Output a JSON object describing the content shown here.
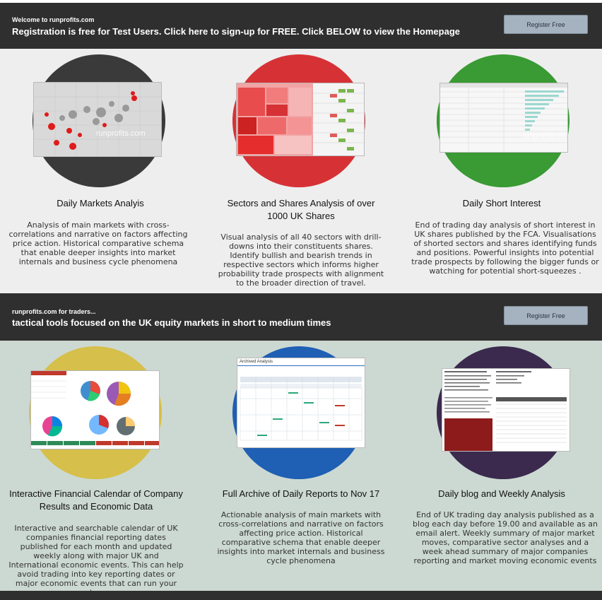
{
  "banner1": {
    "small": "Welcome to runprofits.com",
    "big": "Registration is free for Test Users. Click here to sign-up for FREE. Click BELOW to view the Homepage",
    "button": "Register Free"
  },
  "banner2": {
    "small": "runprofits.com for traders...",
    "big": "tactical tools focused on the UK equity markets in short to medium times",
    "button": "Register Free"
  },
  "watermark": "runprofits.com",
  "cards_top": [
    {
      "title": "Daily Markets Analyis",
      "desc": "Analysis of main markets with cross-correlations and narrative on factors affecting price action. Historical comparative schema that enable deeper insights into market internals and business cycle phenomena",
      "circle_color": "#3a3a3a"
    },
    {
      "title": "Sectors and Shares Analysis of over 1000 UK Shares",
      "desc": "Visual analysis of all 40 sectors with drill-downs into their constituents shares. Identify  bullish and bearish trends in respective sectors which informs higher probability trade prospects with alignment to the broader direction of travel.",
      "circle_color": "#d63236"
    },
    {
      "title": "Daily Short Interest",
      "desc": "End of trading day analysis of short interest in UK shares  published by the FCA.  Visualisations of shorted sectors and  shares identifying funds and positions. Powerful insights into potential trade prospects  by following the bigger funds or watching for potential short-squeezes .",
      "circle_color": "#3a9a34"
    }
  ],
  "cards_bottom": [
    {
      "title": "Interactive Financial Calendar of Company Results and Economic Data",
      "desc": "Interactive and searchable calendar of UK companies financial reporting dates  published for each month and updated weekly along with major UK and International economic events. This can help avoid trading into key reporting dates or major economic events that can run your stops",
      "circle_color": "#d6bf4a"
    },
    {
      "title": "Full Archive of Daily Reports to Nov 17",
      "desc": "Actionable analysis of main markets with cross-correlations and narrative on factors affecting price action. Historical comparative schema that enable deeper insights into market internals and business cycle phenomena",
      "circle_color": "#1f5fb4"
    },
    {
      "title": "Daily blog and Weekly Analysis",
      "desc": "End of UK trading day  analysis published as a blog each day before 19.00 and available as an email alert. Weekly summary of major market moves, comparative sector analyses and a week ahead summary of major companies reporting and market moving economic events",
      "circle_color": "#3b2a4e"
    }
  ],
  "archive_shot_title": "Archived Analysis"
}
